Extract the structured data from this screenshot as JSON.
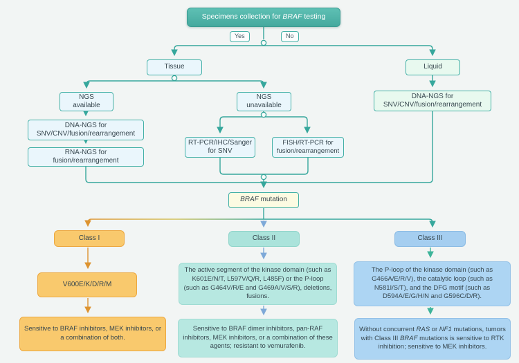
{
  "colors": {
    "background": "#f2f5f4",
    "teal_line": "#36a79c",
    "orange_line": "#dd9330",
    "steel_blue_line": "#7ea9d8",
    "green_line": "#3db49a",
    "root_fill": "#4fb3a8",
    "amber_fill": "#f9c96d",
    "class2_fill": "#abe3db",
    "class3_fill": "#a5cef0"
  },
  "flowchart": {
    "root": {
      "text": [
        {
          "t": "Specimens collection for "
        },
        {
          "t": "BRAF",
          "i": true
        },
        {
          "t": " testing"
        }
      ]
    },
    "decision": {
      "yes": "Yes",
      "no": "No"
    },
    "tissue": {
      "label": "Tissue"
    },
    "liquid": {
      "label": "Liquid"
    },
    "ngs_available": {
      "label": "NGS\navailable"
    },
    "ngs_unavailable": {
      "label": "NGS\nunavailable"
    },
    "dna_ngs_tissue": {
      "label": "DNA-NGS for\nSNV/CNV/fusion/rearrangement"
    },
    "rna_ngs": {
      "label": "RNA-NGS for\nfusion/rearrangement"
    },
    "rt_pcr": {
      "label": "RT-PCR/IHC/Sanger\nfor SNV"
    },
    "fish": {
      "label": "FISH/RT-PCR for\nfusion/rearrangement"
    },
    "dna_ngs_liquid": {
      "label": "DNA-NGS for\nSNV/CNV/fusion/rearrangement"
    },
    "braf_mutation": {
      "text": [
        {
          "t": "BRAF",
          "i": true
        },
        {
          "t": " mutation"
        }
      ]
    },
    "class1": {
      "label": "Class I",
      "mutations": "V600E/K/D/R/M",
      "therapy": "Sensitive to BRAF inhibitors, MEK inhibitors, or a combination of both."
    },
    "class2": {
      "label": "Class II",
      "description": "The active segment of the kinase domain (such as K601E/N/T, L597V/Q/R, L485F) or the P-loop (such as G464V/R/E and G469A/V/S/R), deletions, fusions.",
      "therapy": "Sensitive to BRAF dimer inhibitors, pan-RAF inhibitors, MEK inhibitors, or a combination of these agents; resistant to vemurafenib."
    },
    "class3": {
      "label": "Class III",
      "description": "The P-loop of the kinase domain (such as G466A/E/R/V), the catalytic loop (such as N581I/S/T), and the DFG motif (such as D594A/E/G/H/N and G596C/D/R).",
      "therapy": [
        {
          "t": "Without concurrent "
        },
        {
          "t": "RAS",
          "i": true
        },
        {
          "t": " or "
        },
        {
          "t": "NF1",
          "i": true
        },
        {
          "t": " mutations, tumors with Class III "
        },
        {
          "t": "BRAF",
          "i": true
        },
        {
          "t": " mutations is sensitive to RTK inhibition; sensitive to MEK inhibitors."
        }
      ]
    }
  }
}
